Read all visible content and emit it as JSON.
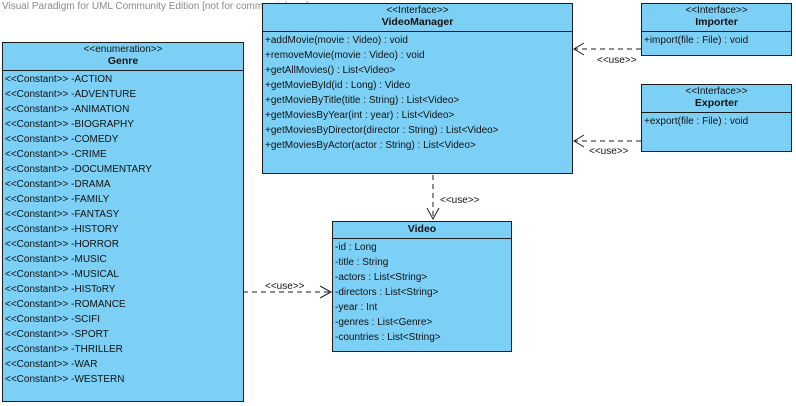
{
  "watermark": "Visual Paradigm for UML Community Edition [not for commercial use]",
  "classes": {
    "genre": {
      "stereotype": "<<enumeration>>",
      "name": "Genre",
      "items": [
        "<<Constant>> -ACTION",
        "<<Constant>> -ADVENTURE",
        "<<Constant>> -ANIMATION",
        "<<Constant>> -BIOGRAPHY",
        "<<Constant>> -COMEDY",
        "<<Constant>> -CRIME",
        "<<Constant>> -DOCUMENTARY",
        "<<Constant>> -DRAMA",
        "<<Constant>> -FAMILY",
        "<<Constant>> -FANTASY",
        "<<Constant>> -HISTORY",
        "<<Constant>> -HORROR",
        "<<Constant>> -MUSIC",
        "<<Constant>> -MUSICAL",
        "<<Constant>> -HISToRY",
        "<<Constant>> -ROMANCE",
        "<<Constant>> -SCIFI",
        "<<Constant>> -SPORT",
        "<<Constant>> -THRILLER",
        "<<Constant>> -WAR",
        "<<Constant>> -WESTERN"
      ]
    },
    "video_manager": {
      "stereotype": "<<Interface>>",
      "name": "VideoManager",
      "items": [
        "+addMovie(movie : Video) : void",
        "+removeMovie(movie : Video) : void",
        "+getAllMovies() : List<Video>",
        "+getMovieById(id : Long) : Video",
        "+getMovieByTitle(title : String) : List<Video>",
        "+getMoviesByYear(int : year) : List<Video>",
        "+getMoviesByDirector(director : String) : List<Video>",
        "+getMoviesByActor(actor : String) : List<Video>"
      ]
    },
    "importer": {
      "stereotype": "<<Interface>>",
      "name": "Importer",
      "items": [
        "+import(file : File) : void"
      ]
    },
    "exporter": {
      "stereotype": "<<Interface>>",
      "name": "Exporter",
      "items": [
        "+export(file : File) : void"
      ]
    },
    "video": {
      "name": "Video",
      "items": [
        "-id : Long",
        "-title : String",
        "-actors : List<String>",
        "-directors : List<String>",
        "-year : Int",
        "-genres : List<Genre>",
        "-countries : List<String>"
      ]
    }
  },
  "relations": {
    "use_label": "<<use>>"
  },
  "colors": {
    "class_fill": "#7dd0f5",
    "line": "#1c1c1c"
  }
}
